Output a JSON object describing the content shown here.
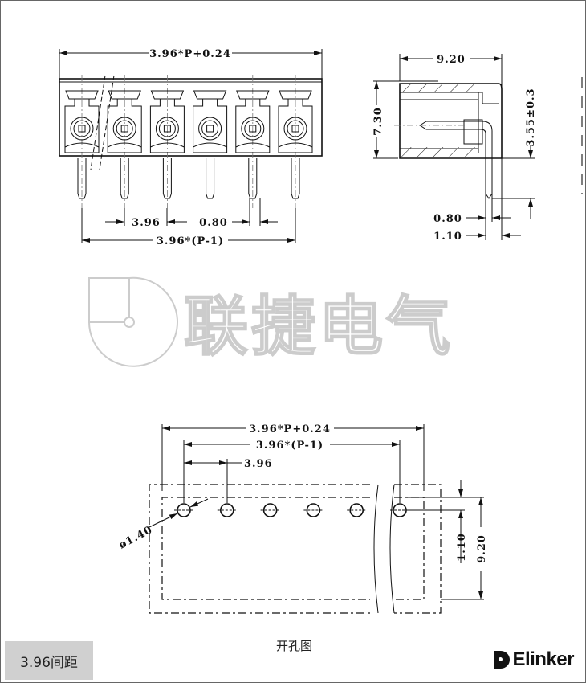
{
  "front_view": {
    "overall_length": "3.96*P+0.24",
    "pitch": "3.96",
    "pin_width": "0.80",
    "pin_span": "3.96*(P-1)",
    "pin_count_drawn": 6
  },
  "side_view": {
    "depth": "9.20",
    "height": "7.30",
    "pin_length": "3.55±0.3",
    "pin_width": "0.80",
    "pin_offset": "1.10"
  },
  "watermark": "联捷电气",
  "hole_pattern": {
    "overall_length": "3.96*P+0.24",
    "hole_span": "3.96*(P-1)",
    "pitch": "3.96",
    "hole_diameter": "ø1.40",
    "hole_offset": "1.10",
    "width": "9.20",
    "caption": "开孔图"
  },
  "pitch_label": "3.96间距",
  "brand": "Elinker"
}
